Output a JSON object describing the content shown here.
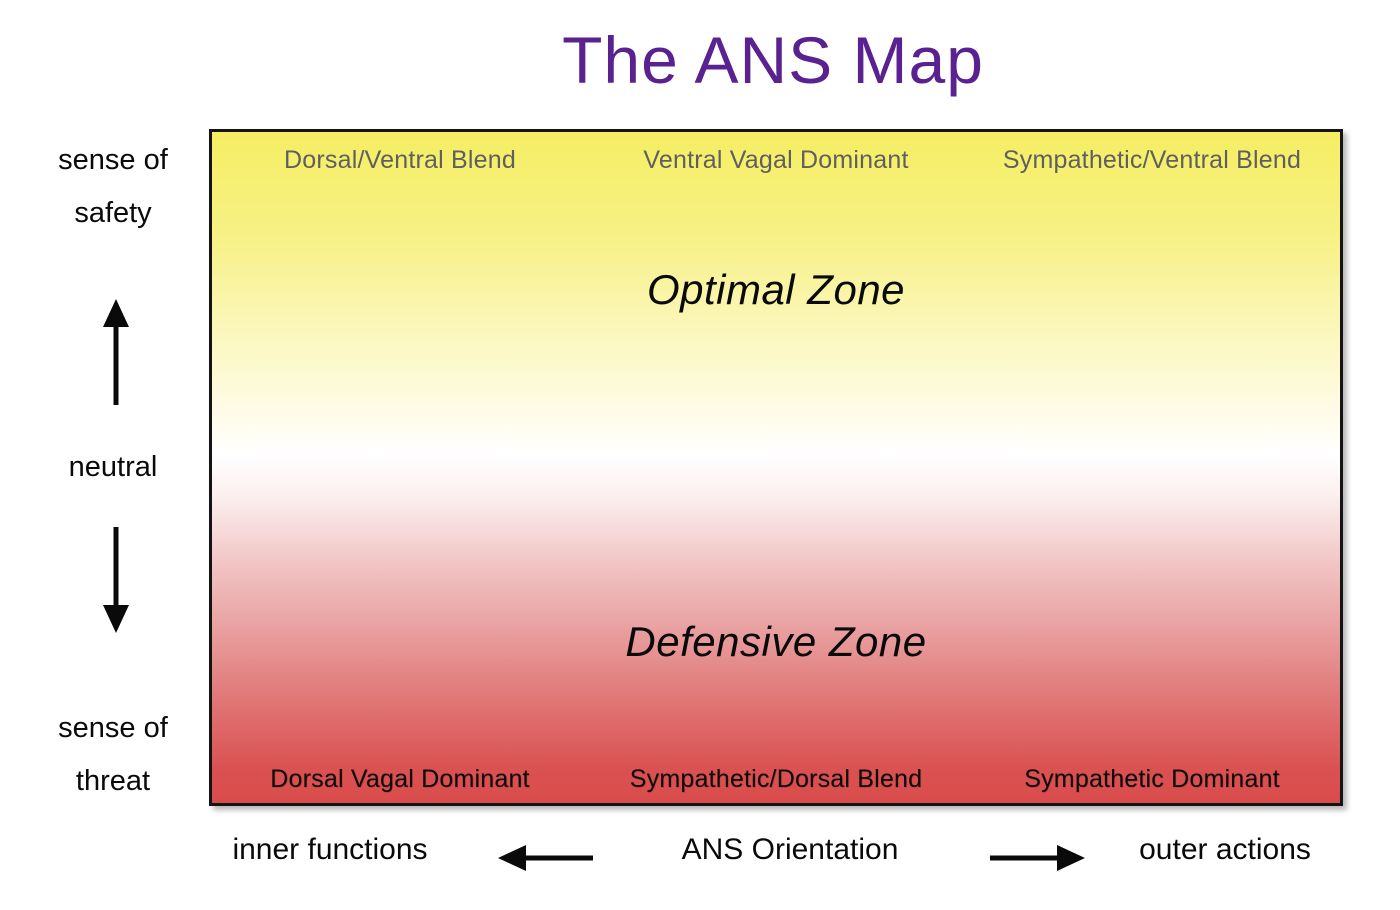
{
  "title": "The ANS Map",
  "colors": {
    "title_purple": "#5a2191",
    "top_label_gray": "#5f5f5f",
    "gradient_top_yellow": "#f5ee63",
    "gradient_middle_white": "#ffffff",
    "gradient_bottom_red": "#d94c4c",
    "text_black": "#0a0a0a"
  },
  "map": {
    "top_labels": [
      "Dorsal/Ventral Blend",
      "Ventral Vagal Dominant",
      "Sympathetic/Ventral Blend"
    ],
    "optimal_zone_label": "Optimal Zone",
    "defensive_zone_label": "Defensive Zone",
    "bottom_labels": [
      "Dorsal Vagal Dominant",
      "Sympathetic/Dorsal Blend",
      "Sympathetic Dominant"
    ]
  },
  "y_axis": {
    "top_label": "sense of safety",
    "middle_label": "neutral",
    "bottom_label": "sense of threat"
  },
  "x_axis": {
    "left_label": "inner functions",
    "center_label": "ANS Orientation",
    "right_label": "outer actions"
  }
}
